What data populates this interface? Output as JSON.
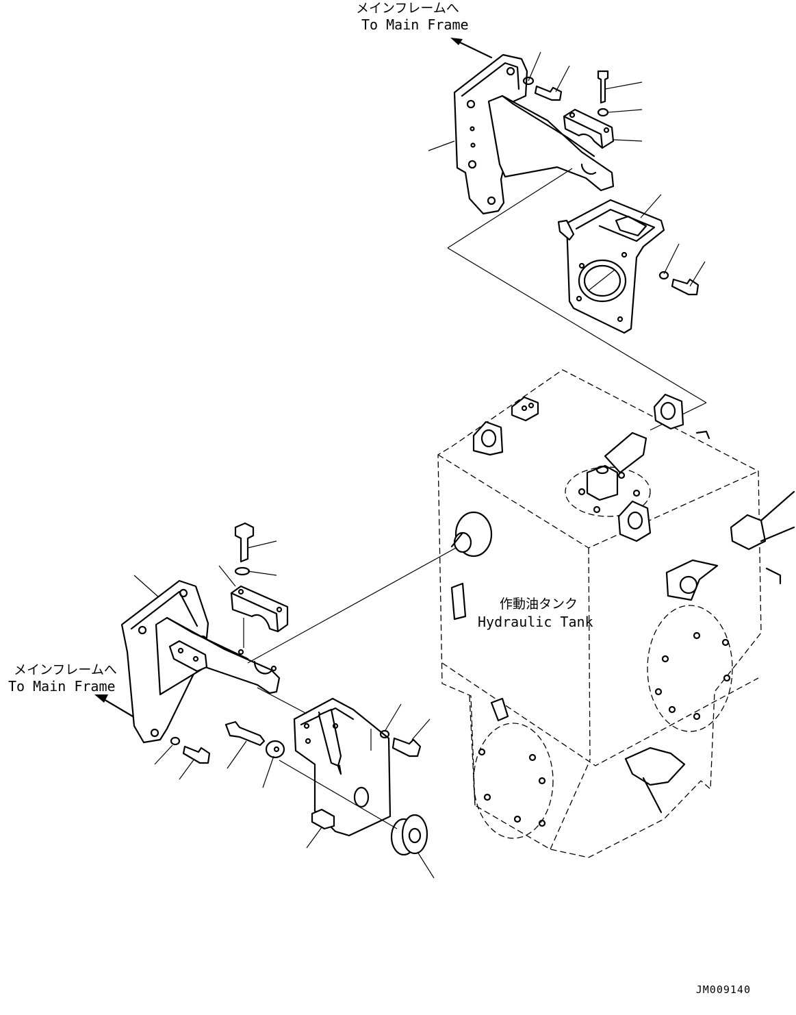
{
  "labels": {
    "top_frame_jp": "メインフレームへ",
    "top_frame_en": "To Main Frame",
    "left_frame_jp": "メインフレームへ",
    "left_frame_en": "To Main Frame",
    "tank_jp": "作動油タンク",
    "tank_en": "Hydraulic Tank"
  },
  "drawing_code": "JM009140"
}
